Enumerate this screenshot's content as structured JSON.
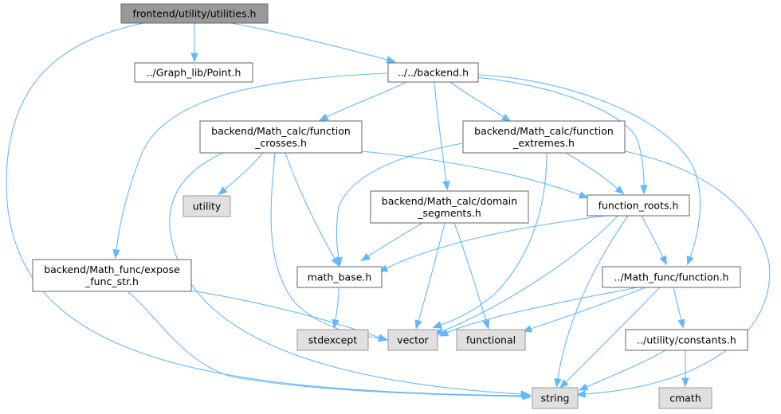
{
  "diagram": {
    "nodes": {
      "utilities": {
        "lines": [
          "frontend/utility/utilities.h"
        ],
        "style": "focus"
      },
      "point": {
        "lines": [
          "../Graph_lib/Point.h"
        ],
        "style": "plain"
      },
      "backend": {
        "lines": [
          "../../backend.h"
        ],
        "style": "plain"
      },
      "crosses": {
        "lines": [
          "backend/Math_calc/function",
          "_crosses.h"
        ],
        "style": "plain"
      },
      "extremes": {
        "lines": [
          "backend/Math_calc/function",
          "_extremes.h"
        ],
        "style": "plain"
      },
      "domain": {
        "lines": [
          "backend/Math_calc/domain",
          "_segments.h"
        ],
        "style": "plain"
      },
      "roots": {
        "lines": [
          "function_roots.h"
        ],
        "style": "plain"
      },
      "utility": {
        "lines": [
          "utility"
        ],
        "style": "sys"
      },
      "expose": {
        "lines": [
          "backend/Math_func/expose",
          "_func_str.h"
        ],
        "style": "plain"
      },
      "mathbase": {
        "lines": [
          "math_base.h"
        ],
        "style": "plain"
      },
      "function": {
        "lines": [
          "../Math_func/function.h"
        ],
        "style": "plain"
      },
      "stdexcept": {
        "lines": [
          "stdexcept"
        ],
        "style": "sys"
      },
      "vector": {
        "lines": [
          "vector"
        ],
        "style": "sys"
      },
      "functional": {
        "lines": [
          "functional"
        ],
        "style": "sys"
      },
      "constants": {
        "lines": [
          "../utility/constants.h"
        ],
        "style": "plain"
      },
      "string": {
        "lines": [
          "string"
        ],
        "style": "sys"
      },
      "cmath": {
        "lines": [
          "cmath"
        ],
        "style": "sys"
      }
    },
    "edges": [
      [
        "utilities",
        "point"
      ],
      [
        "utilities",
        "backend"
      ],
      [
        "utilities",
        "string"
      ],
      [
        "backend",
        "crosses"
      ],
      [
        "backend",
        "extremes"
      ],
      [
        "backend",
        "domain"
      ],
      [
        "backend",
        "roots"
      ],
      [
        "backend",
        "expose"
      ],
      [
        "backend",
        "function"
      ],
      [
        "crosses",
        "utility"
      ],
      [
        "crosses",
        "mathbase"
      ],
      [
        "crosses",
        "vector"
      ],
      [
        "crosses",
        "string"
      ],
      [
        "crosses",
        "roots"
      ],
      [
        "extremes",
        "mathbase"
      ],
      [
        "extremes",
        "vector"
      ],
      [
        "extremes",
        "roots"
      ],
      [
        "extremes",
        "string"
      ],
      [
        "domain",
        "mathbase"
      ],
      [
        "domain",
        "vector"
      ],
      [
        "domain",
        "functional"
      ],
      [
        "roots",
        "mathbase"
      ],
      [
        "roots",
        "vector"
      ],
      [
        "roots",
        "function"
      ],
      [
        "roots",
        "string"
      ],
      [
        "expose",
        "vector"
      ],
      [
        "expose",
        "string"
      ],
      [
        "mathbase",
        "stdexcept"
      ],
      [
        "function",
        "vector"
      ],
      [
        "function",
        "functional"
      ],
      [
        "function",
        "constants"
      ],
      [
        "function",
        "string"
      ],
      [
        "constants",
        "string"
      ],
      [
        "constants",
        "cmath"
      ]
    ]
  },
  "colors": {
    "edge": "#63b8ff",
    "focus_fill": "#999999",
    "system_fill": "#e0e0e0",
    "border": "#666666"
  }
}
